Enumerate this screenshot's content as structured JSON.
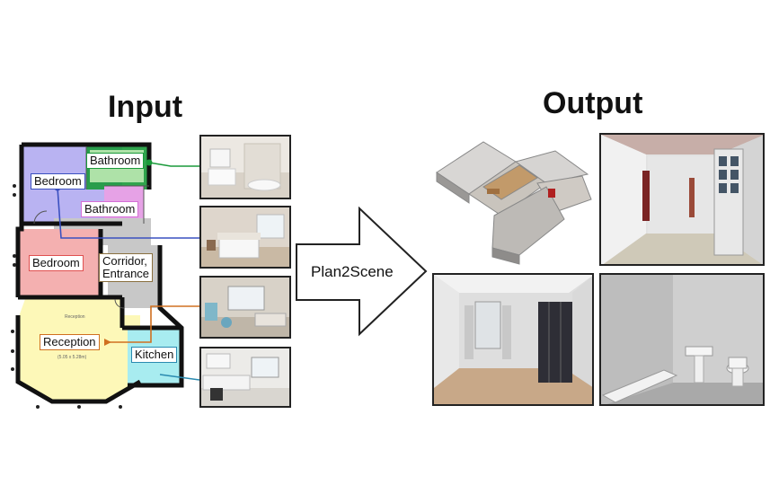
{
  "headings": {
    "input": "Input",
    "output": "Output"
  },
  "arrow": {
    "label": "Plan2Scene"
  },
  "rooms": {
    "bathroom_top": "Bathroom",
    "bedroom_top": "Bedroom",
    "bathroom_mid": "Bathroom",
    "bedroom_bottom": "Bedroom",
    "corridor": "Corridor,\nEntrance",
    "reception": "Reception",
    "kitchen": "Kitchen"
  },
  "plan_small_text": {
    "reception_title": "Reception",
    "reception_dims": "(5.05 x 5.28m)"
  },
  "colors": {
    "bathroom": "#1a9a3a",
    "bedroom_top": "#b9b3f2",
    "bathroom_mid": "#d470d6",
    "bedroom_bottom": "#f4b0b0",
    "corridor": "#c8c8c8",
    "reception": "#fdf8b8",
    "kitchen": "#a8ecf0",
    "walls": "#111111"
  }
}
